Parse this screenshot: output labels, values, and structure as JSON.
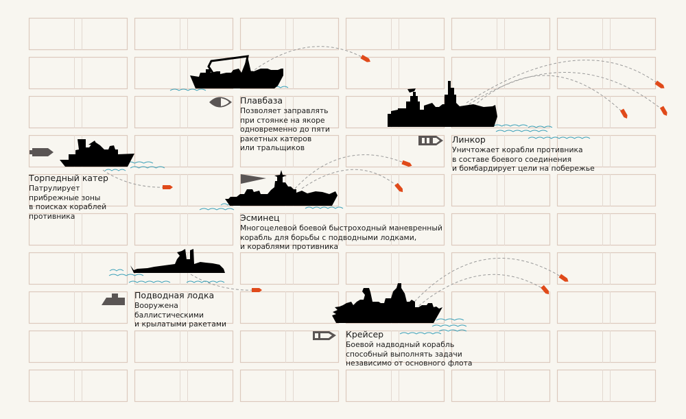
{
  "colors": {
    "background": "#f8f6f0",
    "grid": "#dcc9bd",
    "ship": "#000000",
    "icon": "#5a5554",
    "missile": "#e04a1a",
    "wave": "#3aa0b8",
    "trajectory": "#999999"
  },
  "ships": [
    {
      "id": "plavbaza",
      "title": "Плавбаза",
      "desc": "Позволяет заправлять\nпри стоянке на якоре\nодновременно до пяти\nракетных катеров\nили тральщиков",
      "icon": "eye-icon"
    },
    {
      "id": "torpedo",
      "title": "Торпедный катер",
      "desc": "Патрулирует\nприбрежные зоны\nв поисках кораблей\nпротивника",
      "icon": "torpedo-icon"
    },
    {
      "id": "linkor",
      "title": "Линкор",
      "desc": "Уничтожает корабли противника\nв составе боевого соединения\nи бомбардирует цели на побережье",
      "icon": "battleship-marker-icon"
    },
    {
      "id": "esminets",
      "title": "Эсминец",
      "desc": "Многоцелевой боевой быстроходный маневренный\nкорабль для борьбы с подводными лодками,\nи кораблями противника",
      "icon": "pennant-icon"
    },
    {
      "id": "submarine",
      "title": "Подводная лодка",
      "desc": "Вооружена\nбаллистическими\nи крылатыми ракетами",
      "icon": "submarine-marker-icon"
    },
    {
      "id": "cruiser",
      "title": "Крейсер",
      "desc": "Боевой надводный корабль\nспособный выполнять задачи\nнезависимо от основного флота",
      "icon": "cruiser-marker-icon"
    }
  ]
}
